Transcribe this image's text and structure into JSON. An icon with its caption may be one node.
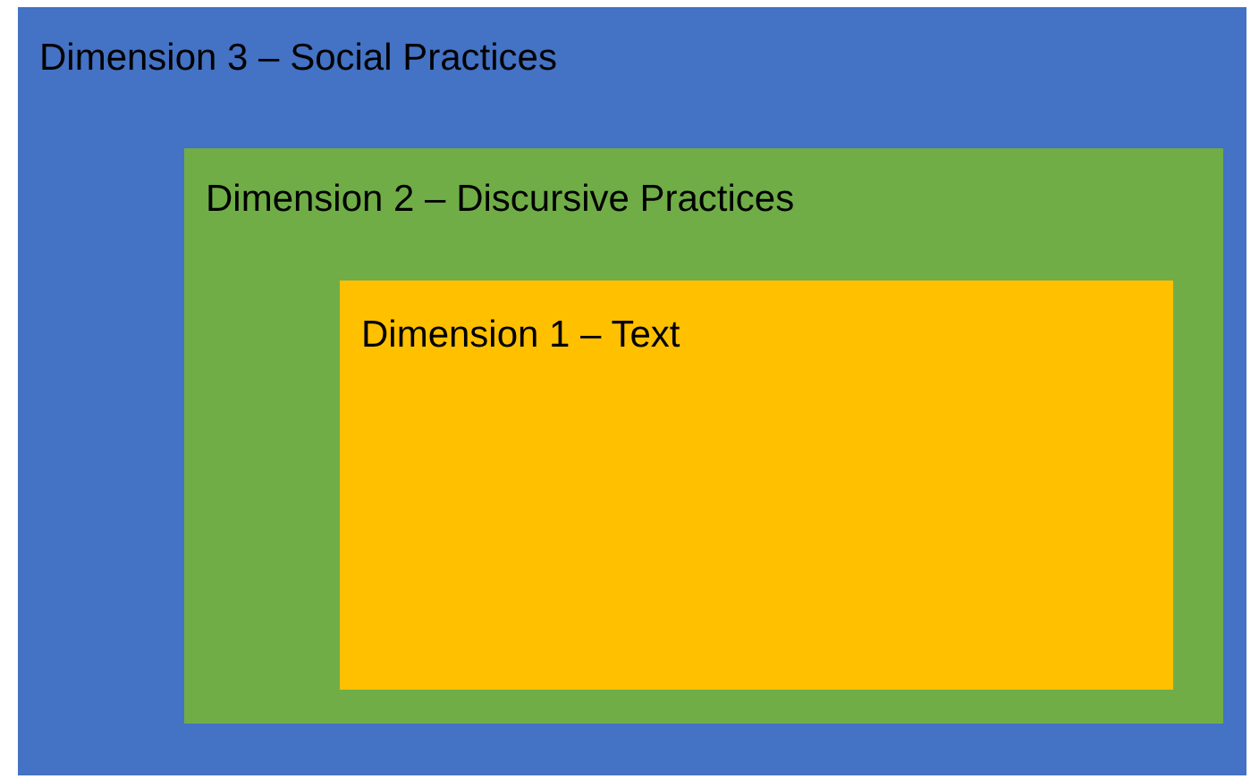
{
  "diagram": {
    "nodes": [
      {
        "text": [
          "Dimension 3 – Social Practices"
        ]
      },
      {
        "text": [
          "Dimension 2 – Discursive Practices"
        ],
        "in": 0
      },
      {
        "text": [
          "Dimension 1 – Text"
        ],
        "in": 1
      }
    ]
  }
}
